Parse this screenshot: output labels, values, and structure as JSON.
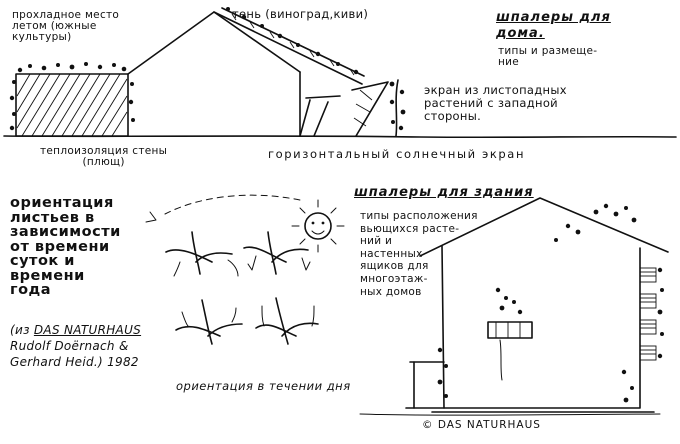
{
  "top": {
    "cool_place": "прохладное место\nлетом (южные\nкультуры)",
    "shade": "тень (виноград,киви)",
    "title": "шпалеры для\nдома.",
    "subtitle": "типы и размеще-\nние",
    "screen_note": "экран из листопадных\nрастений с западной\nстороны.",
    "insulation": "теплоизоляция стены\n(плющ)",
    "horizontal_screen": "горизонтальный солнечный экран"
  },
  "leaves": {
    "heading": "ориентация\nлистьев в\nзависимости\nот времени\nсуток и\nвремени\nгода",
    "citation_line1": "(из ",
    "citation_source": "DAS NATURHAUS",
    "citation_line2": "Rudolf Doërnach &",
    "citation_line3": "Gerhard Heid.) 1982",
    "daytime": "ориентация в течении дня"
  },
  "building": {
    "title": "шпалеры для здания",
    "description": "типы расположения\nвьющихся расте-\nний и\nнастенных\nящиков для\nмногоэтаж-\nных домов",
    "credit": "© DAS NATURHAUS"
  },
  "icons": [
    "sun-icon",
    "leaf-sprout-icon",
    "climbing-plant-icon",
    "house-outline-icon"
  ]
}
